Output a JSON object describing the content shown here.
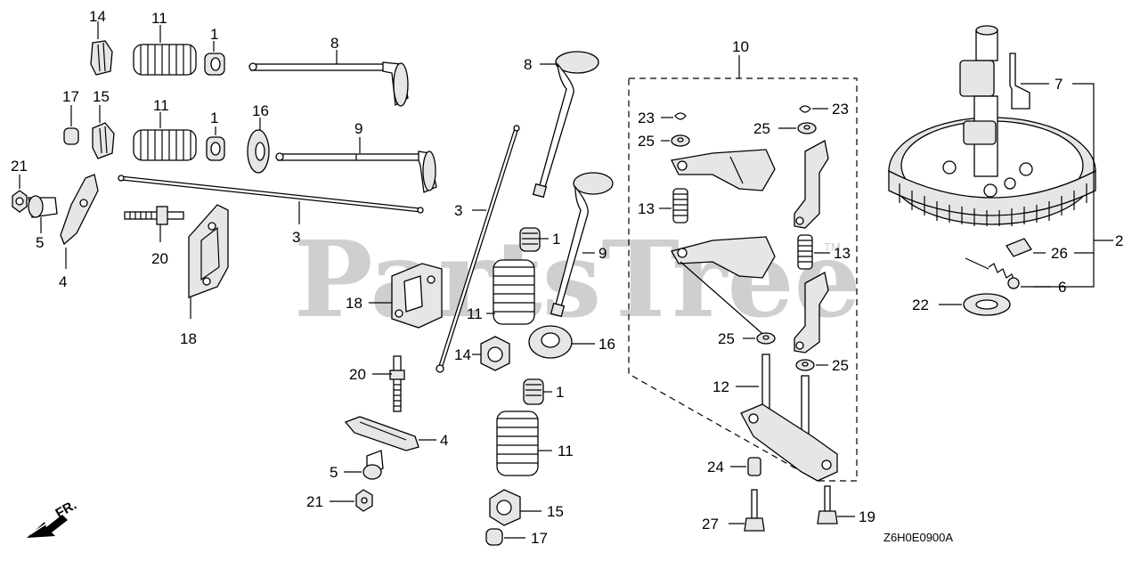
{
  "watermark": {
    "text": "PartsTree",
    "trademark": "TM"
  },
  "diagram_code": "Z6H0E0900A",
  "front_indicator": "FR.",
  "callouts": {
    "c14a": "14",
    "c11a": "11",
    "c1a": "1",
    "c8a": "8",
    "c17a": "17",
    "c15a": "15",
    "c11b": "11",
    "c1b": "1",
    "c16a": "16",
    "c9a": "9",
    "c21a": "21",
    "c5a": "5",
    "c4a": "4",
    "c20a": "20",
    "c3a": "3",
    "c18a": "18",
    "c3b": "3",
    "c18b": "18",
    "c20b": "20",
    "c4b": "4",
    "c5b": "5",
    "c21b": "21",
    "c8b": "8",
    "c1c": "1",
    "c9b": "9",
    "c11c": "11",
    "c14b": "14",
    "c16b": "16",
    "c1d": "1",
    "c11d": "11",
    "c15b": "15",
    "c17b": "17",
    "c10": "10",
    "c23a": "23",
    "c25a": "25",
    "c23b": "23",
    "c25b": "25",
    "c13a": "13",
    "c13b": "13",
    "c25c": "25",
    "c25d": "25",
    "c12": "12",
    "c24": "24",
    "c27": "27",
    "c19": "19",
    "c7": "7",
    "c2": "2",
    "c26": "26",
    "c6": "6",
    "c22": "22"
  }
}
